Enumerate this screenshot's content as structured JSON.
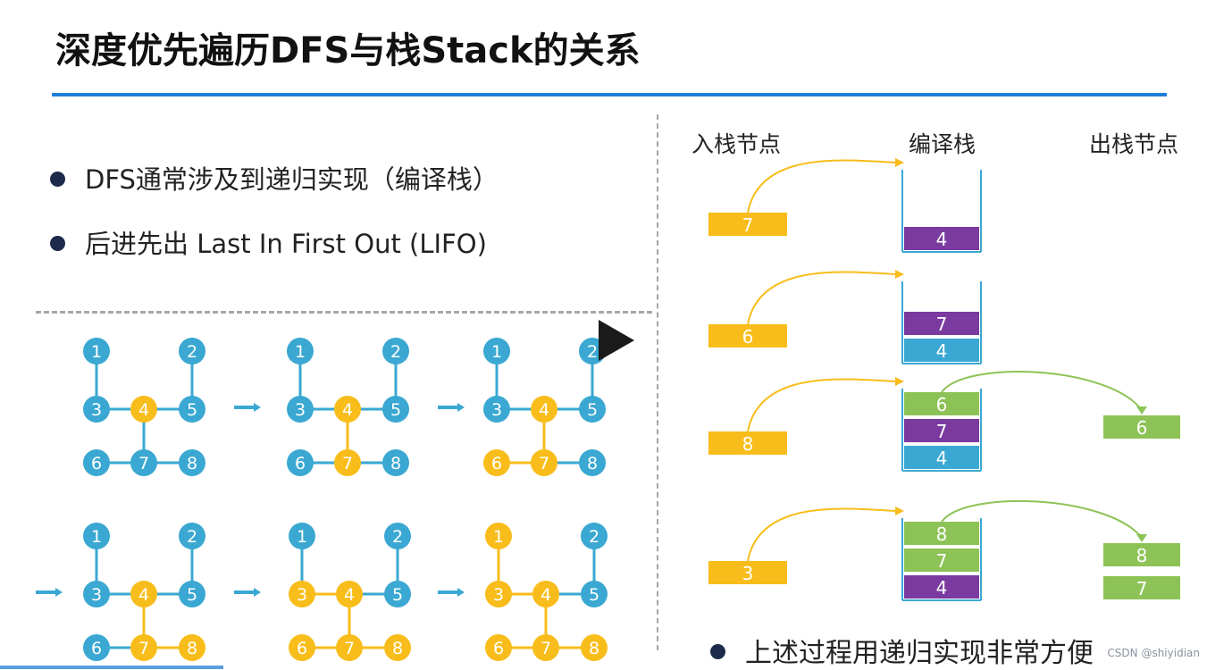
{
  "title": "深度优先遍历DFS与栈Stack的关系",
  "bullets": [
    "DFS通常涉及到递归实现（编译栈）",
    "后进先出 Last In First Out (LIFO)"
  ],
  "columns": {
    "push": "入栈节点",
    "stack": "编译栈",
    "pop": "出栈节点"
  },
  "footer_bullet": "上述过程用递归实现非常方便",
  "credit": "CSDN @shiyidian",
  "graph_node_labels": [
    "1",
    "2",
    "3",
    "4",
    "5",
    "6",
    "7",
    "8"
  ],
  "colors": {
    "visited": "#f8bd1a",
    "unvisited": "#3aa8d2",
    "edge": "#3aa8d2",
    "visited_edge": "#f8bd1a",
    "stack_purple": "#7a3aa0",
    "stack_blue": "#3aa8d2",
    "stack_green": "#8dc356",
    "accent": "#1f7fd6"
  },
  "graphs": [
    {
      "visited": [
        "4"
      ]
    },
    {
      "visited": [
        "4",
        "7"
      ]
    },
    {
      "visited": [
        "4",
        "7",
        "6"
      ]
    },
    {
      "visited": [
        "4",
        "7",
        "8"
      ]
    },
    {
      "visited": [
        "4",
        "7",
        "6",
        "8",
        "3"
      ]
    },
    {
      "visited": [
        "4",
        "7",
        "6",
        "8",
        "3",
        "1"
      ]
    }
  ],
  "steps": [
    {
      "push": "7",
      "stack": [
        {
          "v": "4",
          "c": "purple"
        }
      ],
      "pop": []
    },
    {
      "push": "6",
      "stack": [
        {
          "v": "7",
          "c": "purple"
        },
        {
          "v": "4",
          "c": "blue"
        }
      ],
      "pop": []
    },
    {
      "push": "8",
      "stack": [
        {
          "v": "6",
          "c": "green"
        },
        {
          "v": "7",
          "c": "purple"
        },
        {
          "v": "4",
          "c": "blue"
        }
      ],
      "pop": [
        "6"
      ]
    },
    {
      "push": "3",
      "stack": [
        {
          "v": "8",
          "c": "green"
        },
        {
          "v": "7",
          "c": "green"
        },
        {
          "v": "4",
          "c": "purple"
        }
      ],
      "pop": [
        "8",
        "7"
      ]
    }
  ]
}
